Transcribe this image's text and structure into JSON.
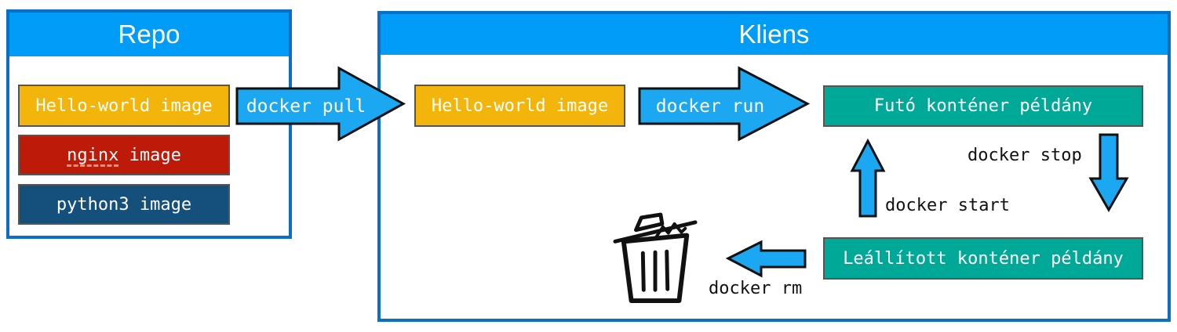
{
  "repo": {
    "title": "Repo",
    "images": [
      {
        "label": "Hello-world image",
        "color": "#F3B50C"
      },
      {
        "word": "nginx",
        "rest": " image",
        "color": "#BE1A09"
      },
      {
        "label": "python3 image",
        "color": "#15507D"
      }
    ]
  },
  "kliens": {
    "title": "Kliens",
    "pulled_image": {
      "label": "Hello-world image",
      "color": "#F3B50C"
    },
    "running_container": {
      "label": "Futó konténer példány",
      "color": "#00A897"
    },
    "stopped_container": {
      "label": "Leállított konténer példány",
      "color": "#00A897"
    }
  },
  "commands": {
    "pull": "docker pull",
    "run": "docker run",
    "stop": "docker stop",
    "start": "docker start",
    "rm": "docker rm"
  },
  "colors": {
    "header_bg": "#009CF7",
    "outer_border": "#0C6EC5",
    "arrow_fill": "#1BA7F2",
    "arrow_outline": "#111111",
    "box_border": "#555555",
    "yellow": "#F3B50C",
    "red": "#BE1A09",
    "navy": "#15507D",
    "teal": "#00A897",
    "label_text": "#FFFFFF",
    "command_text": "#111111"
  },
  "icons": {
    "trash": "trash-icon"
  }
}
